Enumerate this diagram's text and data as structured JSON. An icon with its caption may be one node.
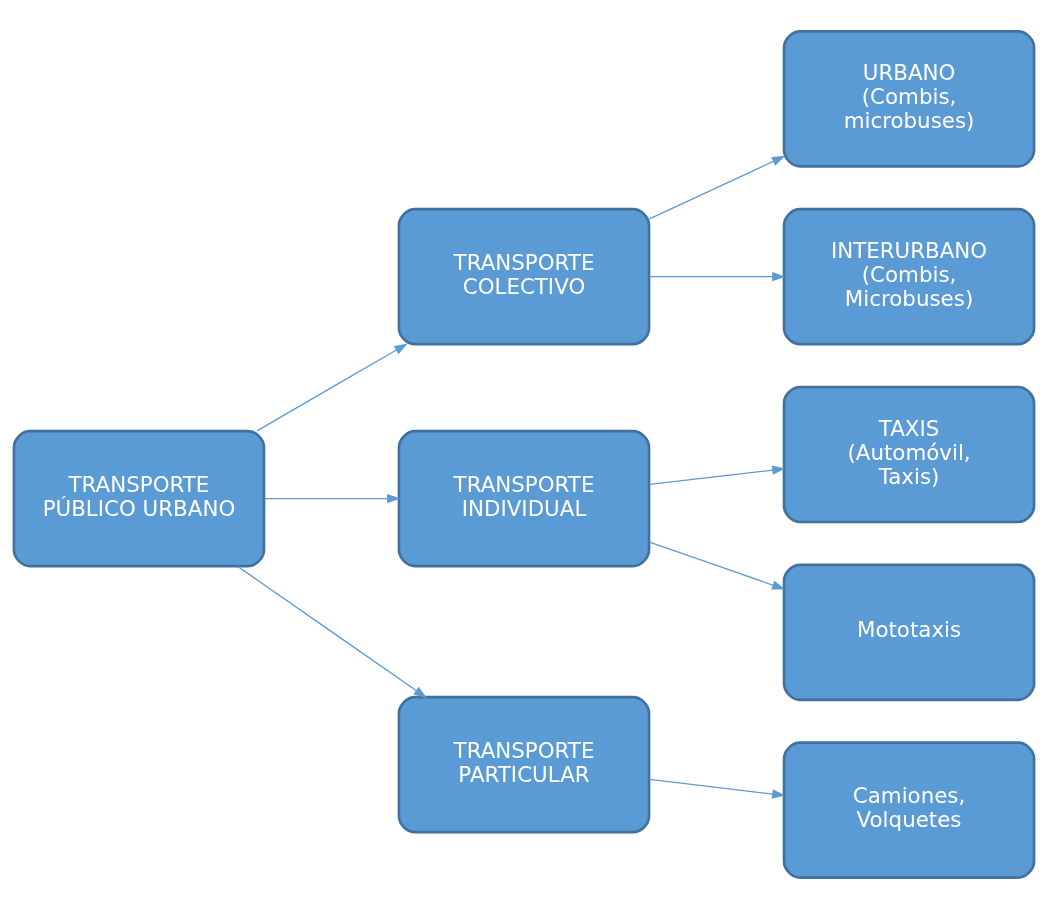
{
  "diagram": {
    "nodes": [
      {
        "text": [
          "TRANSPORTE PÚBLICO URBANO"
        ]
      },
      {
        "text": [
          "TRANSPORTE COLECTIVO"
        ]
      },
      {
        "text": [
          "TRANSPORTE INDIVIDUAL"
        ]
      },
      {
        "text": [
          "TRANSPORTE PARTICULAR"
        ]
      },
      {
        "text": [
          "URBANO (Combis, microbuses)"
        ]
      },
      {
        "text": [
          "INTERURBANO (Combis, Microbuses)"
        ]
      },
      {
        "text": [
          "TAXIS (Automóvil, Taxis)"
        ]
      },
      {
        "text": [
          "Mototaxis"
        ]
      },
      {
        "text": [
          "Camiones, Volquetes"
        ]
      }
    ],
    "edges": [
      {
        "from": 0,
        "to": 1,
        "arrow": "to"
      },
      {
        "from": 0,
        "to": 2,
        "arrow": "to"
      },
      {
        "from": 0,
        "to": 3,
        "arrow": "to"
      },
      {
        "from": 1,
        "to": 4,
        "arrow": "to"
      },
      {
        "from": 1,
        "to": 5,
        "arrow": "to"
      },
      {
        "from": 2,
        "to": 6,
        "arrow": "to"
      },
      {
        "from": 2,
        "to": 7,
        "arrow": "to"
      },
      {
        "from": 3,
        "to": 8,
        "arrow": "to"
      }
    ]
  }
}
